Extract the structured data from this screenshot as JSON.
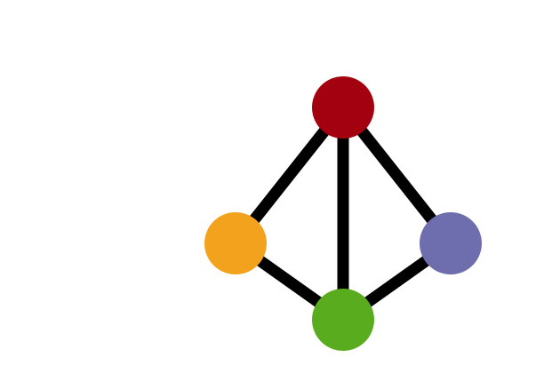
{
  "graph": {
    "nodes": [
      {
        "id": "top",
        "color": "#a30010"
      },
      {
        "id": "left",
        "color": "#f2a21d"
      },
      {
        "id": "right",
        "color": "#6e6eae"
      },
      {
        "id": "bottom",
        "color": "#5aac1f"
      }
    ],
    "edges": [
      {
        "from": "top",
        "to": "left"
      },
      {
        "from": "top",
        "to": "right"
      },
      {
        "from": "top",
        "to": "bottom"
      },
      {
        "from": "left",
        "to": "bottom"
      },
      {
        "from": "right",
        "to": "bottom"
      }
    ],
    "edge_color": "#000000"
  }
}
